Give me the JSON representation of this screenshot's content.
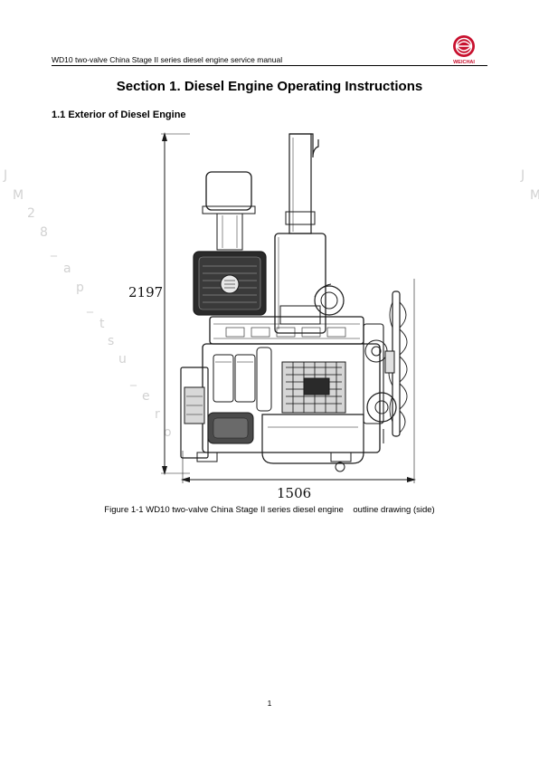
{
  "header": {
    "title": "WD10 two-valve China Stage II series diesel engine service manual",
    "logo_text": "WEICHAI",
    "brand_color": "#c8102e"
  },
  "section_title": "Section 1. Diesel Engine Operating Instructions",
  "subsection_title": "1.1 Exterior of Diesel Engine",
  "figure": {
    "height_label": "2197",
    "width_label": "1506",
    "caption": "Figure 1-1 WD10 two-valve China Stage II series diesel engine    outline drawing (side)"
  },
  "watermark": [
    "J",
    "M",
    "2",
    "8",
    "_",
    "a",
    "p",
    "_",
    "t",
    "s",
    "u",
    "_",
    "e",
    "r",
    "o",
    "J",
    "M"
  ],
  "page_number": "1"
}
